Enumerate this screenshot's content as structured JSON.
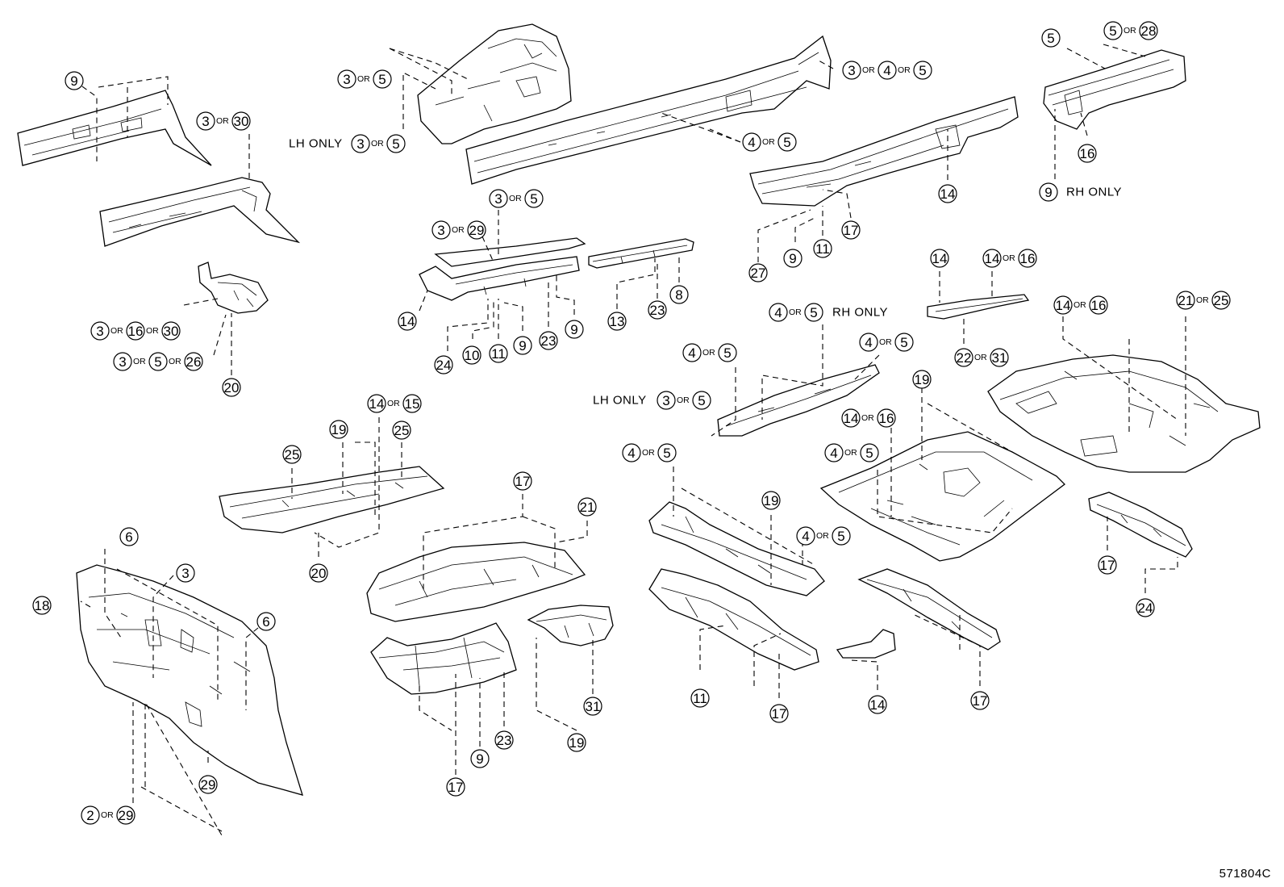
{
  "diagram_code": "571804C",
  "callouts": {
    "a1": [
      "9"
    ],
    "a2": [
      "3",
      "30"
    ],
    "a3": [
      "3",
      "16",
      "30"
    ],
    "a4": [
      "3",
      "5",
      "26"
    ],
    "a5": [
      "20"
    ],
    "b1": [
      "3",
      "5"
    ],
    "b2": [
      "3",
      "5"
    ],
    "b3": [
      "3",
      "4",
      "5"
    ],
    "b4": [
      "4",
      "5"
    ],
    "c1": [
      "5"
    ],
    "c2": [
      "5",
      "28"
    ],
    "c3": [
      "16"
    ],
    "c4": [
      "9"
    ],
    "d1": [
      "3",
      "5"
    ],
    "d2": [
      "3",
      "29"
    ],
    "d3": [
      "14"
    ],
    "d4": [
      "24"
    ],
    "d5": [
      "10"
    ],
    "d6": [
      "11"
    ],
    "d7": [
      "9"
    ],
    "d8": [
      "23"
    ],
    "d9": [
      "9"
    ],
    "e1": [
      "13"
    ],
    "e2": [
      "23"
    ],
    "e3": [
      "8"
    ],
    "f1": [
      "14"
    ],
    "f2": [
      "17"
    ],
    "f3": [
      "27"
    ],
    "f4": [
      "9"
    ],
    "f5": [
      "11"
    ],
    "g1": [
      "14"
    ],
    "g2": [
      "14",
      "16"
    ],
    "g3": [
      "22",
      "31"
    ],
    "g4": [
      "14",
      "16"
    ],
    "g5": [
      "21",
      "25"
    ],
    "h1": [
      "4",
      "5"
    ],
    "h2": [
      "4",
      "5"
    ],
    "h3": [
      "4",
      "5"
    ],
    "h4": [
      "3",
      "5"
    ],
    "i1": [
      "19"
    ],
    "i2": [
      "14",
      "16"
    ],
    "i3": [
      "4",
      "5"
    ],
    "j1": [
      "14",
      "15"
    ],
    "j2": [
      "19"
    ],
    "j3": [
      "25"
    ],
    "j4": [
      "25"
    ],
    "j5": [
      "20"
    ],
    "k1": [
      "17"
    ],
    "k2": [
      "21"
    ],
    "l1": [
      "4",
      "5"
    ],
    "l2": [
      "19"
    ],
    "l3": [
      "4",
      "5"
    ],
    "l4": [
      "11"
    ],
    "l5": [
      "17"
    ],
    "m1": [
      "14"
    ],
    "m2": [
      "17"
    ],
    "n1": [
      "17"
    ],
    "n2": [
      "24"
    ],
    "o1": [
      "6"
    ],
    "o2": [
      "3"
    ],
    "o3": [
      "18"
    ],
    "o4": [
      "6"
    ],
    "o5": [
      "29"
    ],
    "o6": [
      "2",
      "29"
    ],
    "p1": [
      "17"
    ],
    "p2": [
      "9"
    ],
    "p3": [
      "23"
    ],
    "q1": [
      "31"
    ],
    "q2": [
      "19"
    ]
  },
  "notes": {
    "lh_only_1": "LH ONLY",
    "lh_only_2": "LH ONLY",
    "rh_only_1": "RH ONLY",
    "rh_only_2": "RH ONLY"
  },
  "or_word": "OR"
}
